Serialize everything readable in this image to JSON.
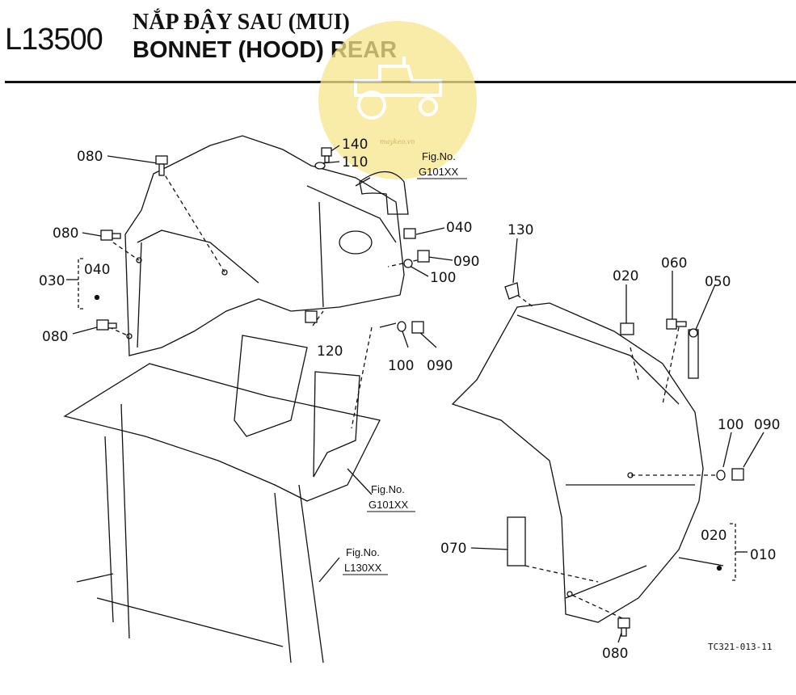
{
  "header": {
    "code": "L13500",
    "title_vi": "NẮP ĐẬY SAU (MUI)",
    "title_en": "BONNET (HOOD) REAR"
  },
  "watermark": {
    "text": "maykeo.vn",
    "color": "#f5e27a"
  },
  "callouts": [
    {
      "id": "c080a",
      "text": "080"
    },
    {
      "id": "c140",
      "text": "140"
    },
    {
      "id": "c110",
      "text": "110"
    },
    {
      "id": "c080b",
      "text": "080"
    },
    {
      "id": "c040a",
      "text": "040"
    },
    {
      "id": "c030",
      "text": "030"
    },
    {
      "id": "c080c",
      "text": "080"
    },
    {
      "id": "c040b",
      "text": "040"
    },
    {
      "id": "c090a",
      "text": "090"
    },
    {
      "id": "c100a",
      "text": "100"
    },
    {
      "id": "c120",
      "text": "120"
    },
    {
      "id": "c100b",
      "text": "100"
    },
    {
      "id": "c090b",
      "text": "090"
    },
    {
      "id": "c130",
      "text": "130"
    },
    {
      "id": "c020a",
      "text": "020"
    },
    {
      "id": "c060",
      "text": "060"
    },
    {
      "id": "c050",
      "text": "050"
    },
    {
      "id": "c100c",
      "text": "100"
    },
    {
      "id": "c090c",
      "text": "090"
    },
    {
      "id": "c070",
      "text": "070"
    },
    {
      "id": "c020b",
      "text": "020"
    },
    {
      "id": "c010",
      "text": "010"
    },
    {
      "id": "c080d",
      "text": "080"
    }
  ],
  "fig_refs": [
    {
      "label": "Fig.No.",
      "number": "G101XX"
    },
    {
      "label": "Fig.No.",
      "number": "G101XX"
    },
    {
      "label": "Fig.No.",
      "number": "L130XX"
    }
  ],
  "diagram_code": "TC321-013-11"
}
